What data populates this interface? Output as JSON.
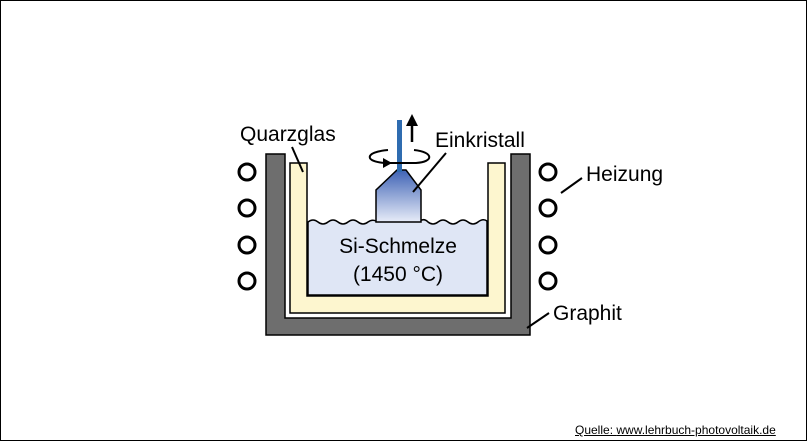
{
  "labels": {
    "quarzglas": "Quarzglas",
    "einkristall": "Einkristall",
    "heizung": "Heizung",
    "graphit": "Graphit",
    "melt_line1": "Si-Schmelze",
    "melt_line2": "(1450 °C)"
  },
  "source": {
    "prefix": "Quelle: ",
    "url": "www.lehrbuch-photovoltaik.de"
  },
  "colors": {
    "graphite": "#6e6e6e",
    "quartz": "#fdf6cf",
    "melt": "#dfe6f5",
    "crystal_top": "#3f63b5",
    "rod": "#2f6cb0",
    "outline": "#000000"
  }
}
